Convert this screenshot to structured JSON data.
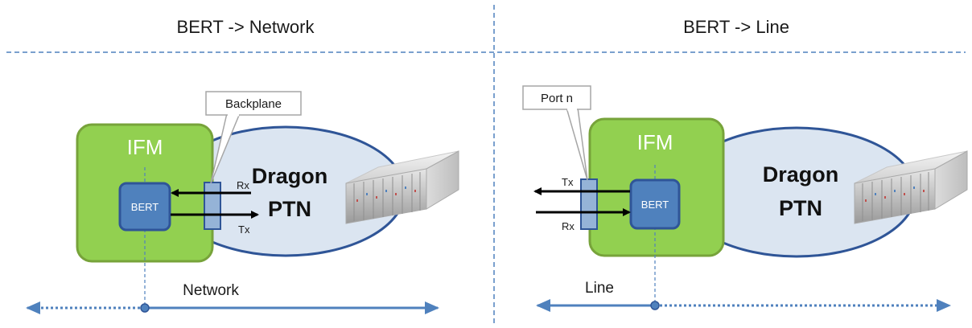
{
  "left": {
    "title": "BERT -> Network",
    "ifm_label": "IFM",
    "bert_label": "BERT",
    "callout": "Backplane",
    "rx_label": "Rx",
    "tx_label": "Tx",
    "cloud_line1": "Dragon",
    "cloud_line2": "PTN",
    "range_label": "Network"
  },
  "right": {
    "title": "BERT -> Line",
    "ifm_label": "IFM",
    "bert_label": "BERT",
    "callout": "Port n",
    "tx_label": "Tx",
    "rx_label": "Rx",
    "cloud_line1": "Dragon",
    "cloud_line2": "PTN",
    "range_label": "Line"
  },
  "colors": {
    "ifm_fill": "#92d050",
    "ifm_border": "#77a33a",
    "bert_fill": "#4f81bd",
    "bert_border": "#2f5597",
    "cloud_fill": "#dbe5f1",
    "cloud_border": "#2f5597",
    "axis": "#4f81bd",
    "divider": "#4f81bd"
  }
}
